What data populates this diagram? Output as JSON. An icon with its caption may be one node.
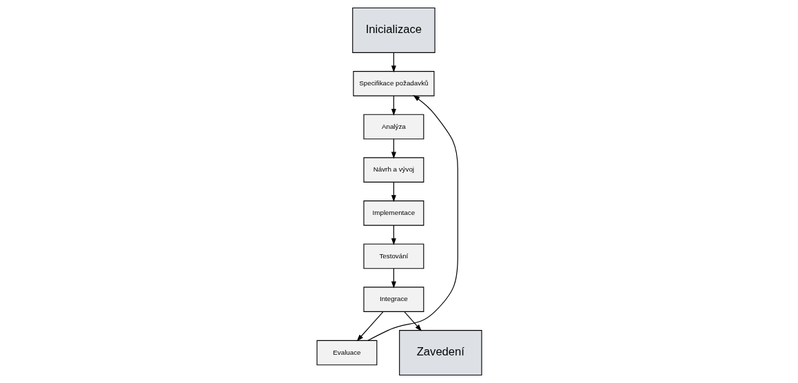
{
  "diagram": {
    "nodes": [
      {
        "text": [
          "Inicializace"
        ]
      },
      {
        "text": [
          "Specifikace požadavků"
        ]
      },
      {
        "text": [
          "Analýza"
        ]
      },
      {
        "text": [
          "Návrh a vývoj"
        ]
      },
      {
        "text": [
          "Implementace"
        ]
      },
      {
        "text": [
          "Testování"
        ]
      },
      {
        "text": [
          "Integrace"
        ]
      },
      {
        "text": [
          "Evaluace"
        ]
      },
      {
        "text": [
          "Zavedení"
        ]
      }
    ],
    "edges": [
      {
        "from": 0,
        "to": 1,
        "arrow": "to"
      },
      {
        "from": 1,
        "to": 2,
        "arrow": "to"
      },
      {
        "from": 2,
        "to": 3,
        "arrow": "to"
      },
      {
        "from": 3,
        "to": 4,
        "arrow": "to"
      },
      {
        "from": 4,
        "to": 5,
        "arrow": "to"
      },
      {
        "from": 5,
        "to": 6,
        "arrow": "to"
      },
      {
        "from": 6,
        "to": 7,
        "arrow": "to"
      },
      {
        "from": 7,
        "to": 1,
        "arrow": "to"
      },
      {
        "from": 6,
        "to": 8,
        "arrow": "to"
      }
    ]
  }
}
